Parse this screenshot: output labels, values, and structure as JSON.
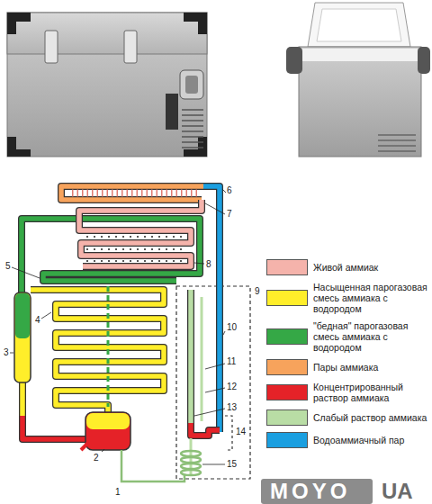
{
  "diagram": {
    "labels": [
      "6",
      "7",
      "8",
      "5",
      "4",
      "3",
      "9",
      "10",
      "11",
      "12",
      "13",
      "14",
      "2",
      "15",
      "1",
      "MOYO",
      "UA"
    ],
    "legend": [
      {
        "text": "Живой аммиак",
        "color": "#f5b3ab"
      },
      {
        "text": "Насыщенная парогазовая смесь аммиака с водородом",
        "color": "#ffee2a"
      },
      {
        "text": "\"бедная\" парогазовая смесь аммиака с водородом",
        "color": "#35a846"
      },
      {
        "text": "Пары аммиака",
        "color": "#f7a35c"
      },
      {
        "text": "Концентрированный раствор аммиака",
        "color": "#e52228"
      },
      {
        "text": "Слабый раствор аммиака",
        "color": "#b9dda5"
      },
      {
        "text": "Водоаммиачный пар",
        "color": "#1a9fe0"
      }
    ]
  }
}
